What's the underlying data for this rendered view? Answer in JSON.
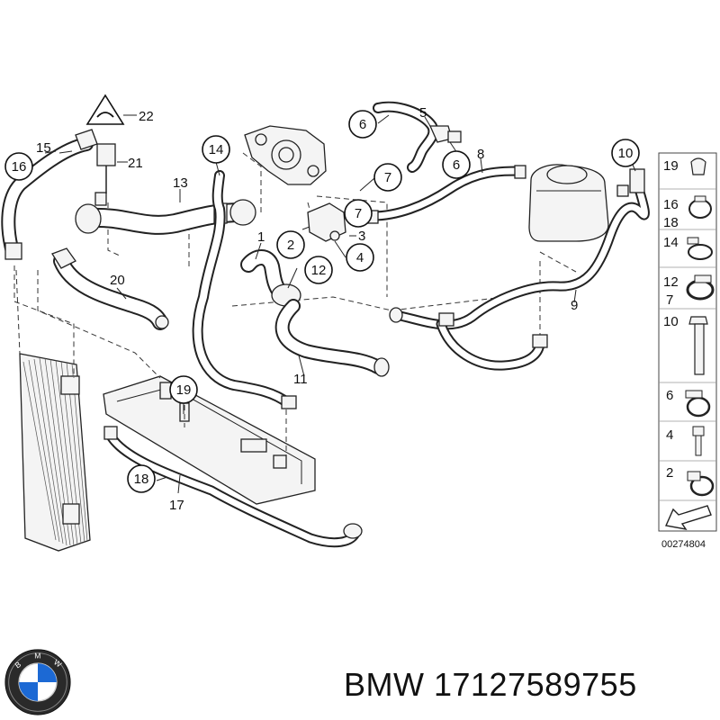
{
  "diagram": {
    "ref_code": "00274804",
    "callouts": {
      "c1": "1",
      "c2": "2",
      "c3": "3",
      "c4": "4",
      "c5": "5",
      "c6a": "6",
      "c6b": "6",
      "c7a": "7",
      "c7b": "7",
      "c8": "8",
      "c9": "9",
      "c10": "10",
      "c11": "11",
      "c12": "12",
      "c13": "13",
      "c14": "14",
      "c15": "15",
      "c16": "16",
      "c17": "17",
      "c18": "18",
      "c19": "19",
      "c20": "20",
      "c21": "21",
      "c22": "22"
    },
    "legend": [
      "19",
      "16",
      "18",
      "14",
      "12",
      "7",
      "10",
      "6",
      "4",
      "2"
    ]
  },
  "footer": {
    "brand": "BMW",
    "part_number": "17127589755",
    "text": "BMW 17127589755"
  },
  "colors": {
    "line": "#222222",
    "background": "#ffffff",
    "logo_blue": "#1c69d4"
  }
}
